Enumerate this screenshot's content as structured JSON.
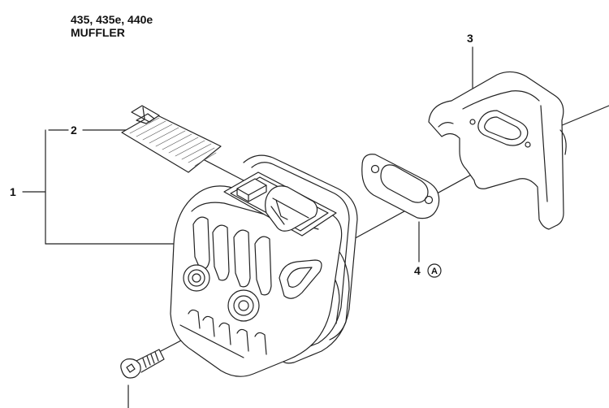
{
  "header": {
    "models": "435, 435e, 440e",
    "assembly": "MUFFLER"
  },
  "callouts": {
    "muffler_assembly": "1",
    "spark_arrestor_screen": "2",
    "heat_shield": "3",
    "gasket": "4",
    "gasket_reference": "A"
  },
  "colors": {
    "line": "#222222",
    "fill": "#ffffff",
    "screen_hatch": "#555555"
  },
  "icons": {
    "reference_marker": "circled-letter"
  }
}
